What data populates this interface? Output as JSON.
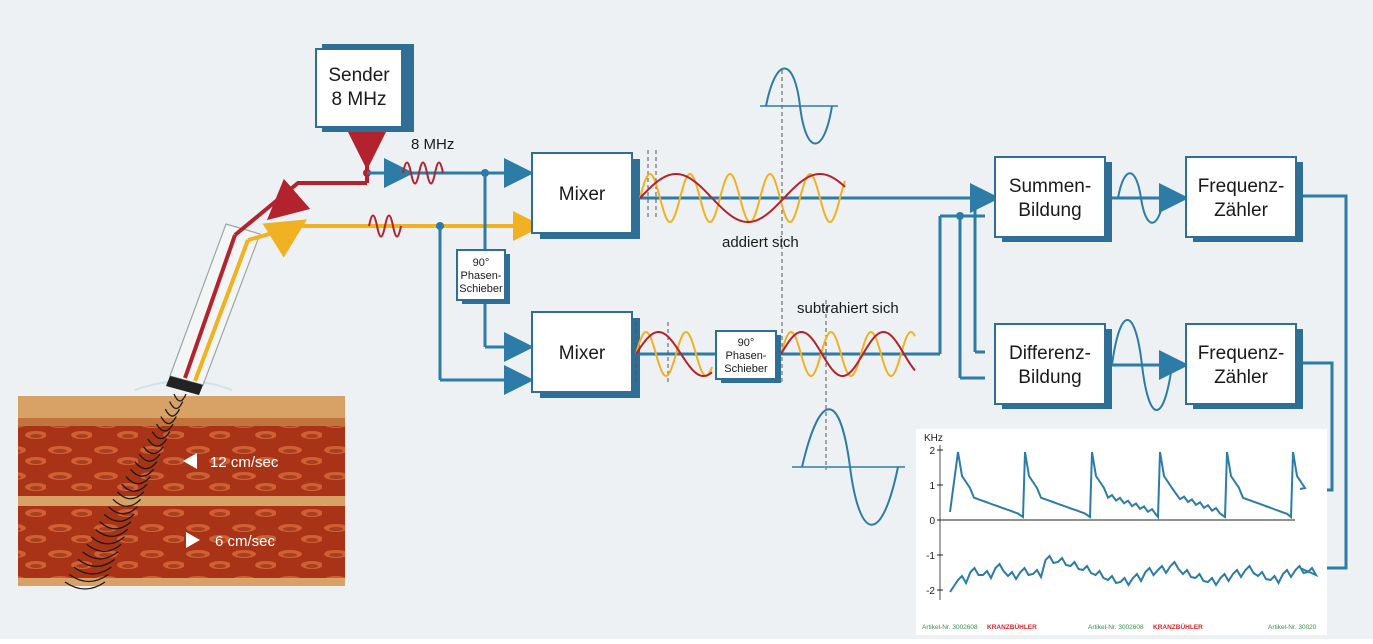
{
  "diagram": {
    "sender": {
      "line1": "Sender",
      "line2": "8 MHz"
    },
    "freq_label": "8 MHz",
    "mixer_top": "Mixer",
    "mixer_bottom": "Mixer",
    "phase_shifter_1": {
      "line1": "90°",
      "line2": "Phasen-",
      "line3": "Schieber"
    },
    "phase_shifter_2": {
      "line1": "90°",
      "line2": "Phasen-",
      "line3": "Schieber"
    },
    "adds_label": "addiert sich",
    "subtracts_label": "subtrahiert sich",
    "sum_box": {
      "line1": "Summen-",
      "line2": "Bildung"
    },
    "diff_box": {
      "line1": "Differenz-",
      "line2": "Bildung"
    },
    "counter_top": {
      "line1": "Frequenz-",
      "line2": "Zähler"
    },
    "counter_bottom": {
      "line1": "Frequenz-",
      "line2": "Zähler"
    },
    "vessel_fast": "12 cm/sec",
    "vessel_slow": "6 cm/sec"
  },
  "inset": {
    "unit": "KHz",
    "ticks": [
      "2",
      "1",
      "0",
      "-1",
      "-2"
    ],
    "footer": [
      {
        "code": "Artikel-Nr. 3002608",
        "brand": "KRANZBÜHLER"
      },
      {
        "code": "Artikel-Nr. 3002608",
        "brand": "KRANZBÜHLER"
      },
      {
        "code": "Artikel-Nr. 30020"
      }
    ]
  },
  "colors": {
    "box_fill": "#2f6f95",
    "wire": "#2c7ca7",
    "emit_red": "#b3232d",
    "receive_yellow": "#f0b123",
    "tissue": "#b8401f",
    "background": "#e9ecef"
  }
}
